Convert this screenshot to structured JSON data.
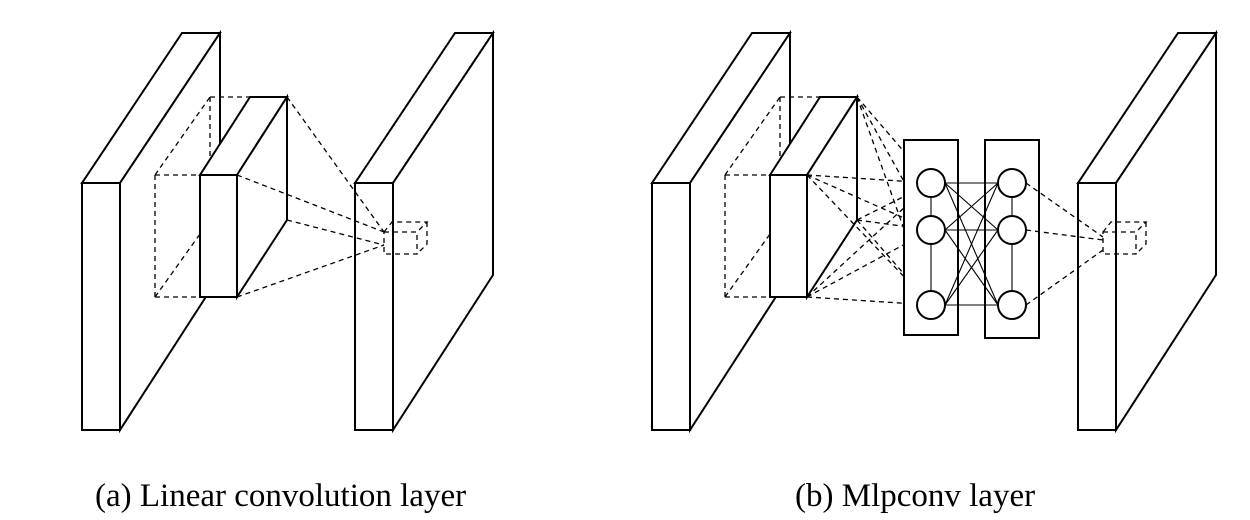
{
  "panels": [
    {
      "id": "a",
      "caption": "(a) Linear convolution layer"
    },
    {
      "id": "b",
      "caption": "(b) Mlpconv layer"
    }
  ],
  "colors": {
    "stroke": "#000000",
    "background": "#ffffff"
  }
}
